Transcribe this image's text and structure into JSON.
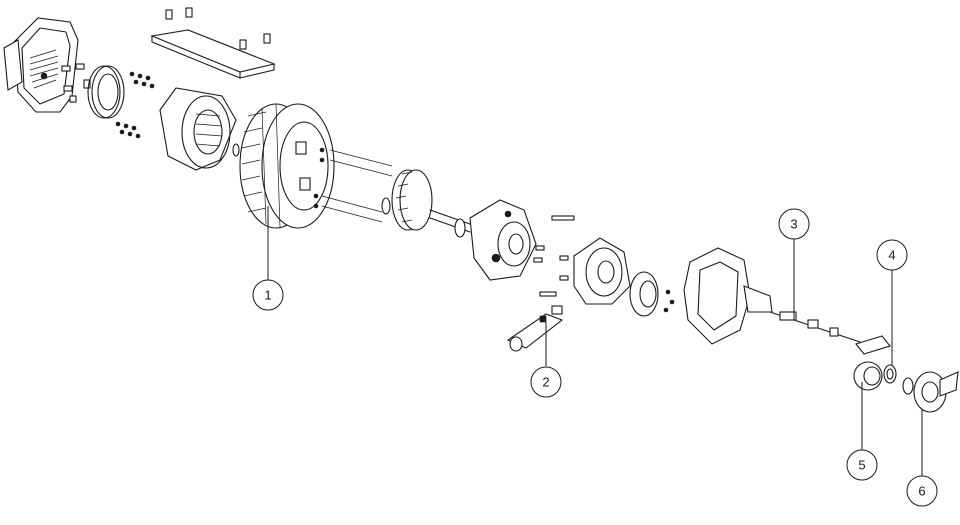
{
  "diagram": {
    "type": "exploded-assembly-drawing",
    "callouts": [
      {
        "label": "1"
      },
      {
        "label": "2"
      },
      {
        "label": "3"
      },
      {
        "label": "4"
      },
      {
        "label": "5"
      },
      {
        "label": "6"
      }
    ]
  }
}
